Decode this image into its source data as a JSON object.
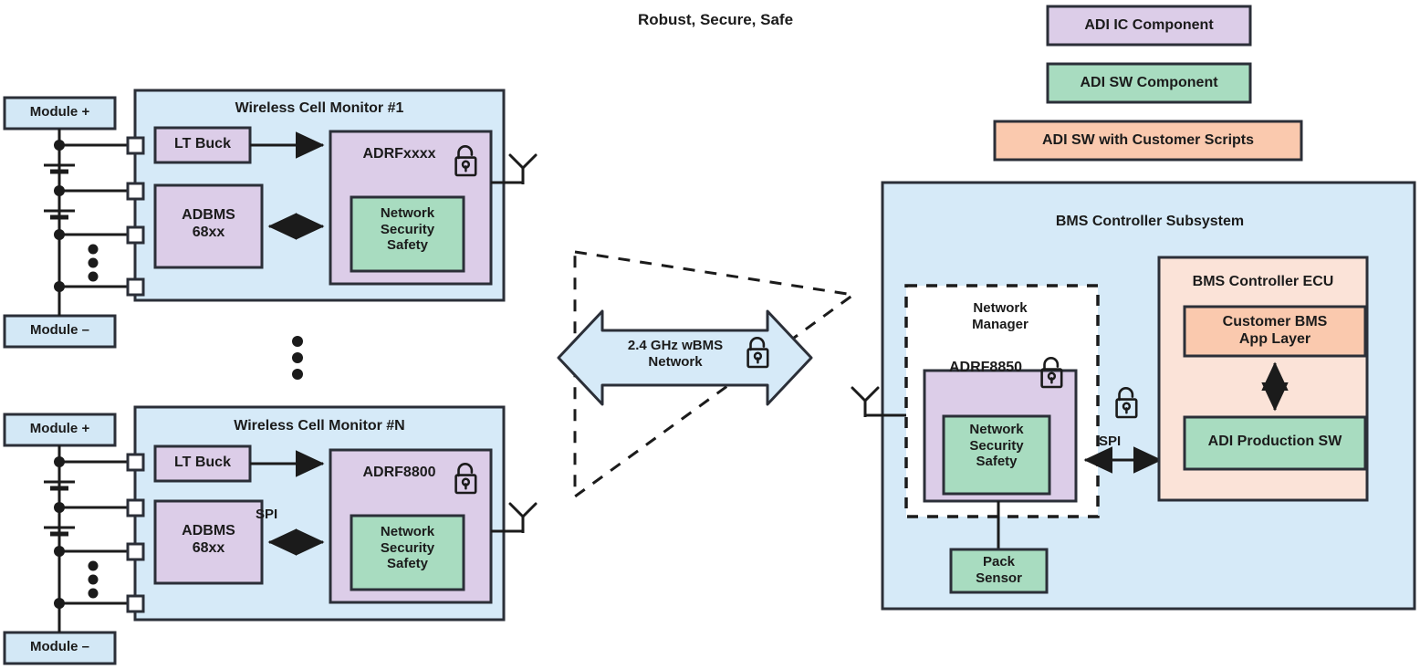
{
  "diagram": {
    "title": "Robust, Secure, Safe",
    "type": "wireless BMS architecture block diagram"
  },
  "legend": {
    "items": [
      {
        "label": "ADI IC Component",
        "color": "#DCCDE8",
        "name": "legend-adi-ic-component"
      },
      {
        "label": "ADI SW Component",
        "color": "#A8DCC0",
        "name": "legend-adi-sw-component"
      },
      {
        "label": "ADI SW with Customer Scripts",
        "color": "#FAC9AE",
        "name": "legend-adi-sw-customer-scripts"
      }
    ]
  },
  "left": {
    "monitor1": {
      "title": "Wireless Cell Monitor #1",
      "module_plus": "Module +",
      "module_minus": "Module –",
      "lt_buck": "LT Buck",
      "adbms": "ADBMS\n68xx",
      "radio": "ADRFxxxx",
      "nss": "Network\nSecurity\nSafety",
      "lock": "open-padlock",
      "antenna": "antenna-icon",
      "spi": ""
    },
    "monitor_n": {
      "title": "Wireless Cell Monitor #N",
      "module_plus": "Module +",
      "module_minus": "Module –",
      "lt_buck": "LT Buck",
      "adbms": "ADBMS\n68xx",
      "radio": "ADRF8800",
      "nss": "Network\nSecurity\nSafety",
      "lock": "open-padlock",
      "antenna": "antenna-icon",
      "spi": "SPI"
    },
    "ellipsis": "vertical-ellipsis"
  },
  "link": {
    "label": "2.4 GHz wBMS\nNetwork",
    "lock": "open-padlock",
    "coverage": "dashed-coverage-triangle"
  },
  "right": {
    "subsystem_title": "BMS Controller Subsystem",
    "network_manager": {
      "title": "Network\nManager",
      "radio": "ADRF8850",
      "nss": "Network\nSecurity\nSafety",
      "lock": "open-padlock"
    },
    "pack_sensor": "Pack\nSensor",
    "spi_label": "SPI",
    "spi_lock": "open-padlock",
    "ecu": {
      "title": "BMS Controller ECU",
      "app_layer": "Customer BMS\nApp Layer",
      "production_sw": "ADI Production SW"
    },
    "antenna": "antenna-icon"
  },
  "colors": {
    "ic_purple": "#DCCDE8",
    "sw_green": "#A8DCC0",
    "customer_peach": "#FAC9AE",
    "ecu_peach_bg": "#FBE3D8",
    "panel_blue": "#D6EAF8",
    "module_blue": "#D3E8F6",
    "stroke": "#2B2F38",
    "text": "#1b1b1b"
  }
}
